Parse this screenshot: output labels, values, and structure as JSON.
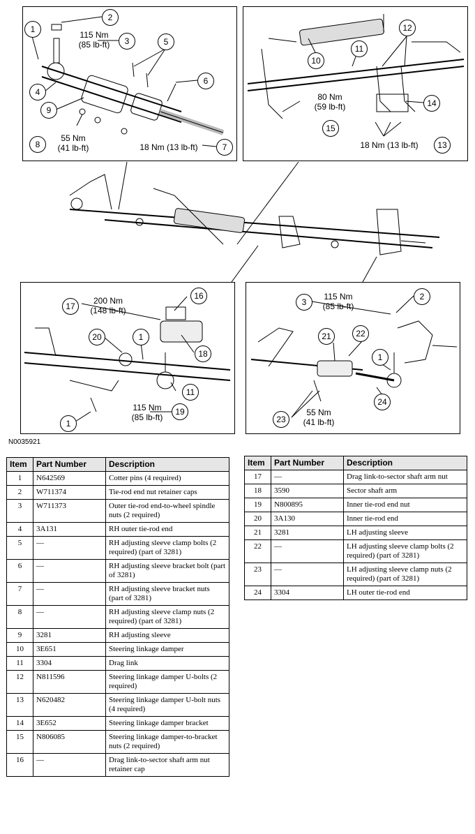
{
  "figure_id": "N0035921",
  "panels": {
    "top_left": {
      "callouts": [
        "1",
        "2",
        "3",
        "4",
        "5",
        "6",
        "7",
        "8",
        "9"
      ],
      "torques": [
        "115 Nm\n(85 lb-ft)",
        "55 Nm\n(41 lb-ft)",
        "18 Nm (13 lb-ft)"
      ]
    },
    "top_right": {
      "callouts": [
        "10",
        "11",
        "12",
        "13",
        "14",
        "15"
      ],
      "torques": [
        "80 Nm\n(59 lb-ft)",
        "18 Nm (13 lb-ft)"
      ]
    },
    "bottom_left": {
      "callouts": [
        "16",
        "17",
        "18",
        "19",
        "20",
        "1",
        "11",
        "1"
      ],
      "torques": [
        "200 Nm\n(148 lb-ft)",
        "115 Nm\n(85 lb-ft)"
      ]
    },
    "bottom_right": {
      "callouts": [
        "2",
        "3",
        "21",
        "22",
        "1",
        "24",
        "23"
      ],
      "torques": [
        "115 Nm\n(85 lb-ft)",
        "55 Nm\n(41 lb-ft)"
      ]
    }
  },
  "table": {
    "headers": [
      "Item",
      "Part Number",
      "Description"
    ],
    "left_rows": [
      {
        "item": "1",
        "part": "N642569",
        "desc": "Cotter pins (4 required)"
      },
      {
        "item": "2",
        "part": "W711374",
        "desc": "Tie-rod end nut retainer caps"
      },
      {
        "item": "3",
        "part": "W711373",
        "desc": "Outer tie-rod end-to-wheel spindle nuts (2 required)"
      },
      {
        "item": "4",
        "part": "3A131",
        "desc": "RH outer tie-rod end"
      },
      {
        "item": "5",
        "part": "—",
        "desc": "RH adjusting sleeve clamp bolts (2 required) (part of 3281)"
      },
      {
        "item": "6",
        "part": "—",
        "desc": "RH adjusting sleeve bracket bolt (part of 3281)"
      },
      {
        "item": "7",
        "part": "—",
        "desc": "RH adjusting sleeve bracket nuts (part of 3281)"
      },
      {
        "item": "8",
        "part": "—",
        "desc": "RH adjusting sleeve clamp nuts (2 required) (part of 3281)"
      },
      {
        "item": "9",
        "part": "3281",
        "desc": "RH adjusting sleeve"
      },
      {
        "item": "10",
        "part": "3E651",
        "desc": "Steering linkage damper"
      },
      {
        "item": "11",
        "part": "3304",
        "desc": "Drag link"
      },
      {
        "item": "12",
        "part": "N811596",
        "desc": "Steering linkage damper U-bolts (2 required)"
      },
      {
        "item": "13",
        "part": "N620482",
        "desc": "Steering linkage damper U-bolt nuts (4 required)"
      },
      {
        "item": "14",
        "part": "3E652",
        "desc": "Steering linkage damper bracket"
      },
      {
        "item": "15",
        "part": "N806085",
        "desc": "Steering linkage damper-to-bracket nuts (2 required)"
      },
      {
        "item": "16",
        "part": "—",
        "desc": "Drag link-to-sector shaft arm nut retainer cap"
      }
    ],
    "right_rows": [
      {
        "item": "17",
        "part": "—",
        "desc": "Drag link-to-sector shaft arm nut"
      },
      {
        "item": "18",
        "part": "3590",
        "desc": "Sector shaft arm"
      },
      {
        "item": "19",
        "part": "N800895",
        "desc": "Inner tie-rod end nut"
      },
      {
        "item": "20",
        "part": "3A130",
        "desc": "Inner tie-rod end"
      },
      {
        "item": "21",
        "part": "3281",
        "desc": "LH adjusting sleeve"
      },
      {
        "item": "22",
        "part": "—",
        "desc": "LH adjusting sleeve clamp bolts (2 required) (part of 3281)"
      },
      {
        "item": "23",
        "part": "—",
        "desc": "LH adjusting sleeve clamp nuts (2 required) (part of 3281)"
      },
      {
        "item": "24",
        "part": "3304",
        "desc": "LH outer tie-rod end"
      }
    ]
  }
}
